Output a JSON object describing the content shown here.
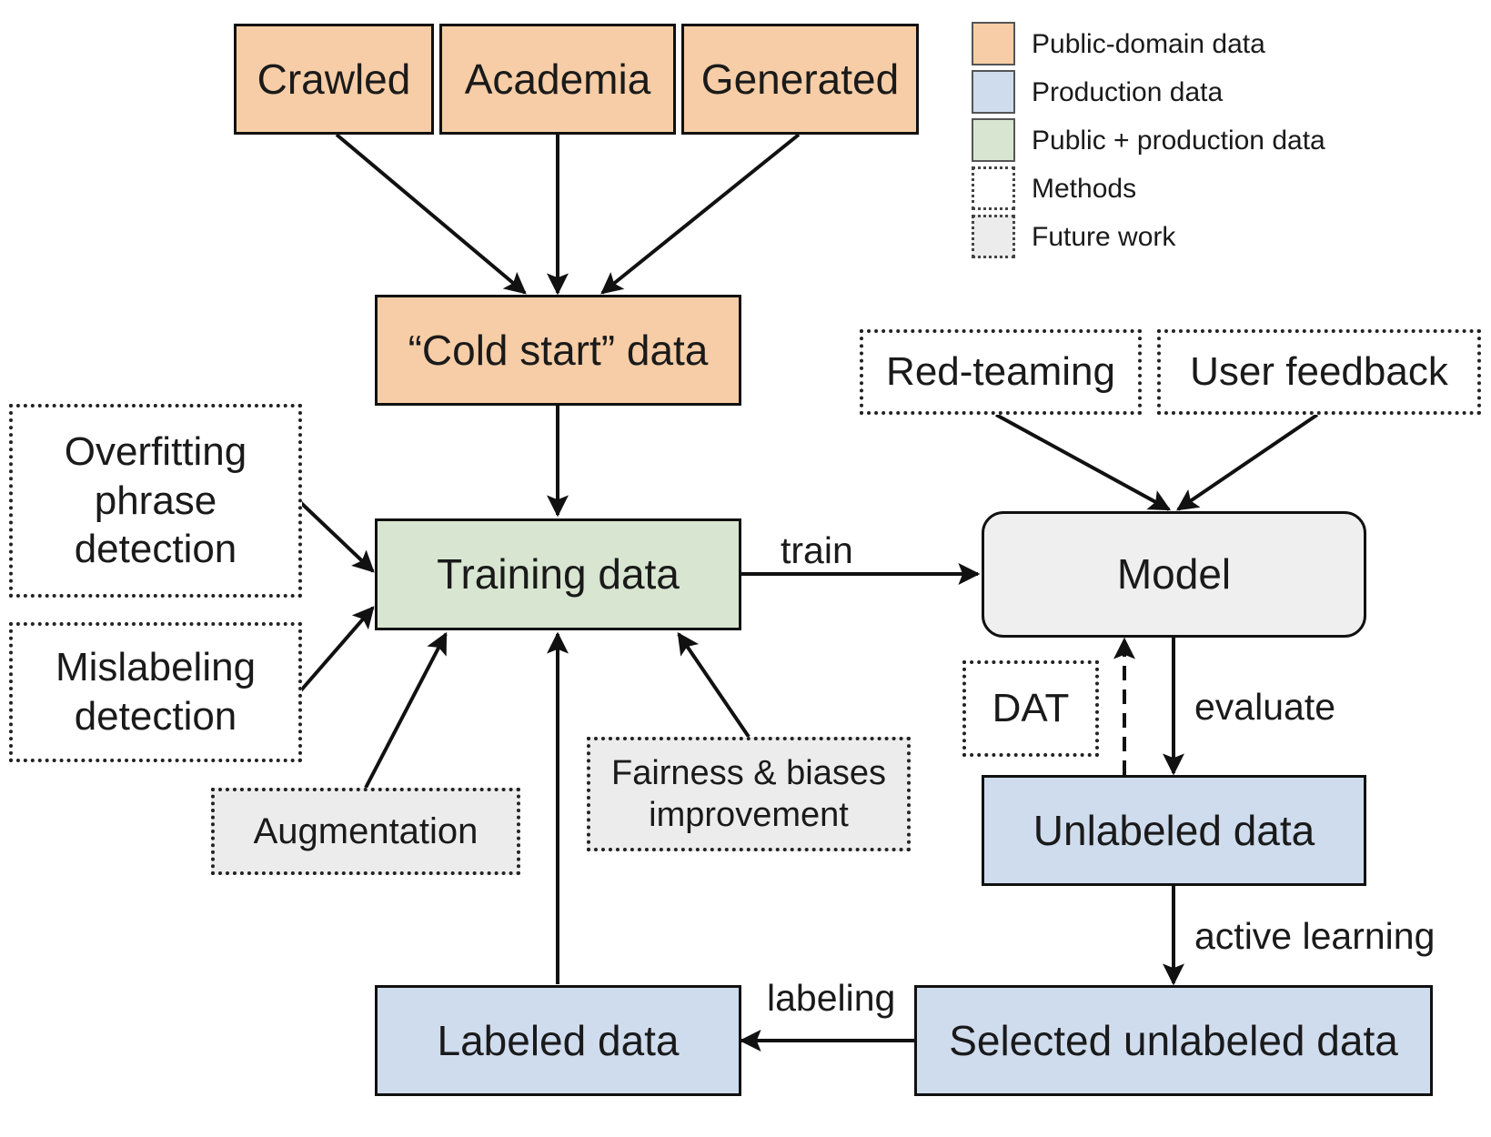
{
  "legend": {
    "items": [
      {
        "label": "Public-domain data",
        "style": "public",
        "color": "#f6cda6"
      },
      {
        "label": "Production data",
        "style": "production",
        "color": "#cfdcee"
      },
      {
        "label": "Public + production data",
        "style": "mixed",
        "color": "#d8e6d1"
      },
      {
        "label": "Methods",
        "style": "method",
        "color": "#ffffff"
      },
      {
        "label": "Future work",
        "style": "future",
        "color": "#ececec"
      }
    ]
  },
  "nodes": {
    "crawled": "Crawled",
    "academia": "Academia",
    "generated": "Generated",
    "cold_start": "“Cold start” data",
    "training": "Training data",
    "model": "Model",
    "red_teaming": "Red-teaming",
    "user_feedback": "User feedback",
    "overfitting_line1": "Overfitting",
    "overfitting_line2": "phrase",
    "overfitting_line3": "detection",
    "mislabeling_line1": "Mislabeling",
    "mislabeling_line2": "detection",
    "augmentation": "Augmentation",
    "fairness_line1": "Fairness & biases",
    "fairness_line2": "improvement",
    "dat": "DAT",
    "unlabeled": "Unlabeled data",
    "selected": "Selected unlabeled data",
    "labeled": "Labeled data"
  },
  "edges": {
    "train": "train",
    "evaluate": "evaluate",
    "active_learning": "active learning",
    "labeling": "labeling"
  },
  "colors": {
    "public": "#f6cda6",
    "production": "#cfdcee",
    "mixed": "#d8e6d1",
    "model": "#efefef",
    "future": "#ececec",
    "stroke": "#111111"
  }
}
